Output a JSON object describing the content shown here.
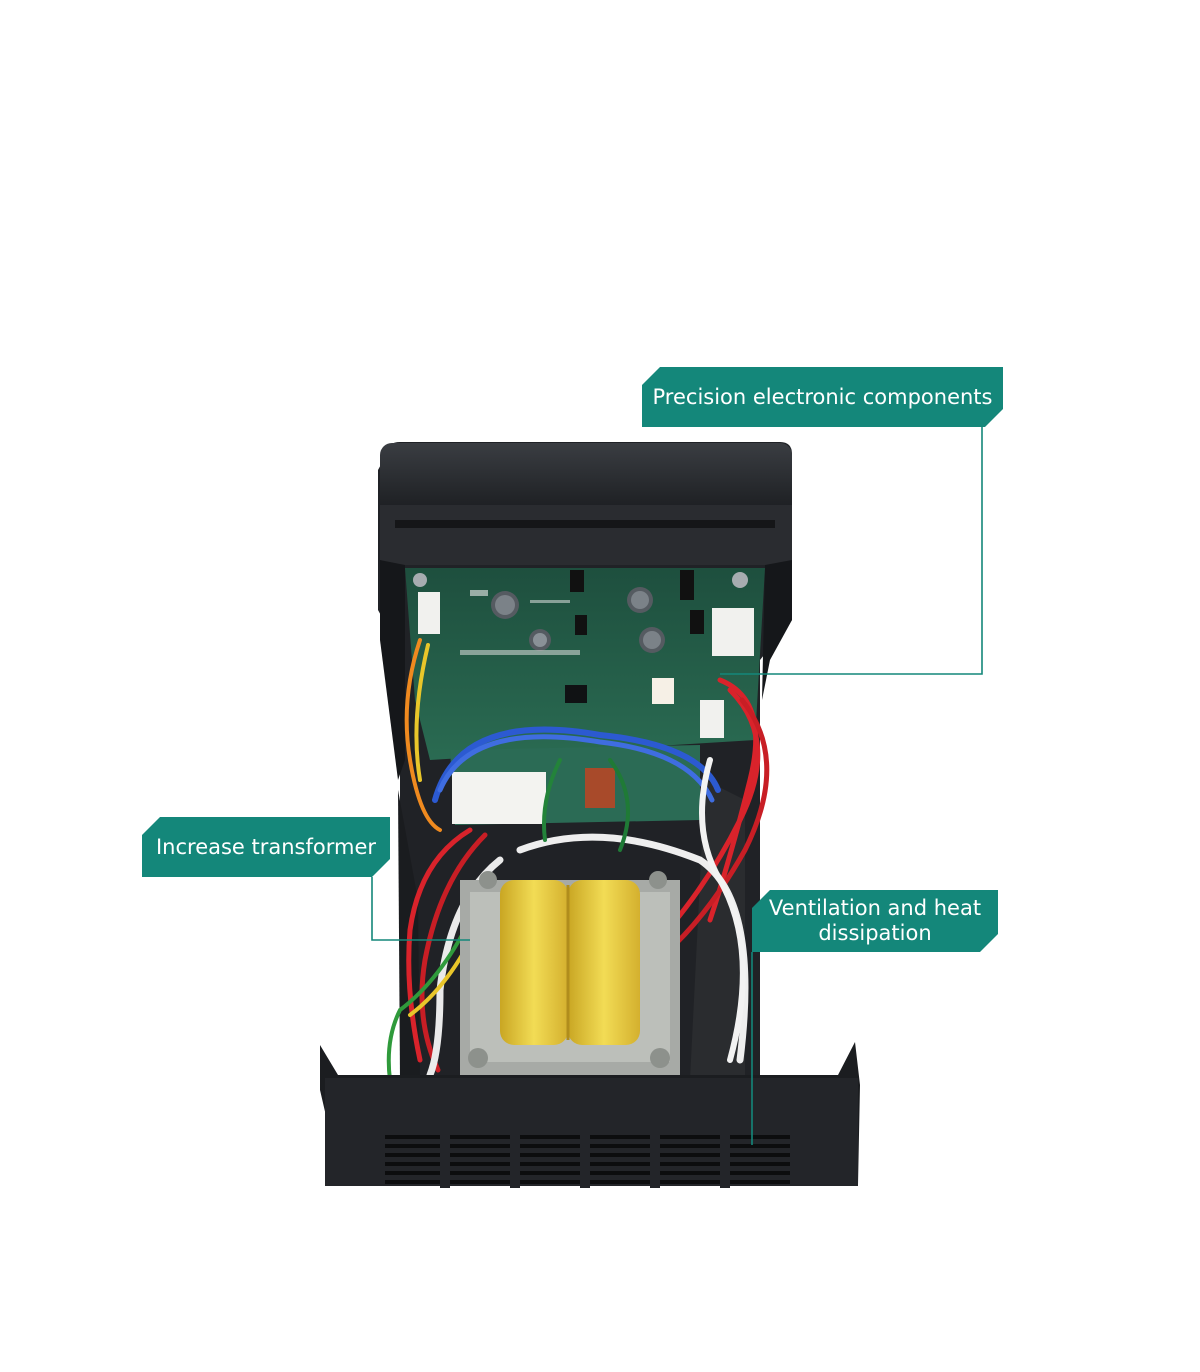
{
  "labels": {
    "precision": "Precision electronic components",
    "transformer": "Increase transformer",
    "ventilation": "Ventilation and heat\ndissipation"
  },
  "colors": {
    "label_bg": "#14877a",
    "label_text": "#ffffff",
    "leader_line": "#14877a",
    "case": "#1b1d20",
    "pcb": "#1f5a45",
    "transformer_coil": "#e8c93a",
    "wire_red": "#d9232b",
    "wire_blue": "#2c5ad1",
    "wire_white": "#eeeeee"
  },
  "icons": [
    "pcb-board",
    "transformer",
    "ventilation-grille"
  ]
}
